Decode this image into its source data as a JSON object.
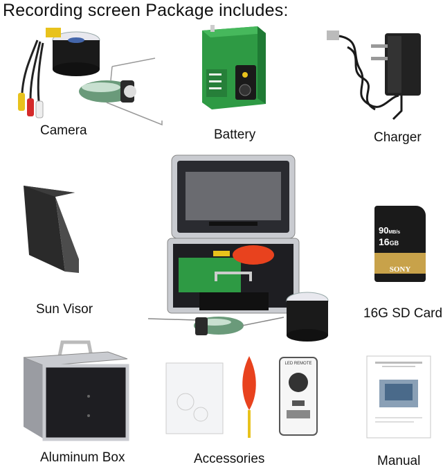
{
  "heading": "Recording screen Package includes:",
  "items": [
    {
      "label": "Camera"
    },
    {
      "label": "Battery"
    },
    {
      "label": "Charger"
    },
    {
      "label": "Sun Visor"
    },
    {
      "label": "16G SD Card"
    },
    {
      "label": "Aluminum Box"
    },
    {
      "label": "Accessories"
    },
    {
      "label": "Manual"
    }
  ],
  "sd_card": {
    "speed": "90",
    "speed_unit": "MB/s",
    "capacity": "16",
    "capacity_unit": "GB",
    "brand": "SONY"
  },
  "remote_label": "LED REMOTE",
  "colors": {
    "battery_green": "#2e9a44",
    "float_orange": "#e8421e",
    "case_dark": "#1e1e22",
    "case_silver": "#c9cbd0",
    "cable_red": "#d42a2a",
    "cable_yellow": "#e8c21c"
  }
}
